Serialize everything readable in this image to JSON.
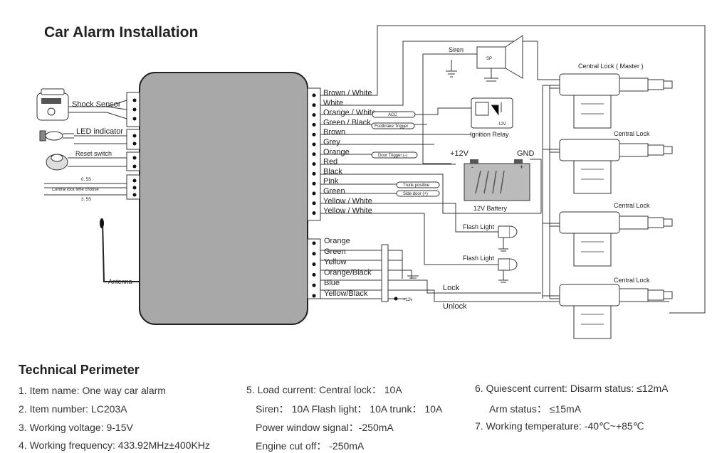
{
  "title": "Car Alarm Installation",
  "left_devices": {
    "shock_sensor": "Shock Sensor",
    "led_indicator": "LED indicator",
    "reset_switch": "Reset switch",
    "time_05": "0. 5S",
    "time_choose": "Central lock time choose",
    "time_35": "3. 5S",
    "antenna": "Antenna"
  },
  "wires_top": [
    "Brown / White",
    "White",
    "Orange / White",
    "Green / Black",
    "Brown",
    "Grey",
    "Orange",
    "Red",
    "Black",
    "Pink",
    "Green",
    "Yellow / White",
    "Yellow / White"
  ],
  "wires_bottom": [
    "Orange",
    "Green",
    "Yellow",
    "Orange/Black",
    "Blue",
    "Yellow/Black"
  ],
  "tags": {
    "acc": "ACC",
    "footbrake": "Footbrake Trigger",
    "door_trigger": "Door Trigger (-)",
    "trunk": "Trunk positive",
    "side_door": "Side door (+)"
  },
  "siren": {
    "label": "Siren",
    "sp": "SP"
  },
  "relay": {
    "label": "Ignition Relay",
    "v": "12V"
  },
  "battery": {
    "label": "12V Battery",
    "plus": "+12V",
    "gnd": "GND",
    "minus": "-",
    "plus_sign": "+"
  },
  "flash_lights": [
    "Flash Light",
    "Flash Light"
  ],
  "lock_label": "Lock",
  "unlock_label": "Unlock",
  "plus12v": "+12v",
  "central_locks": [
    "Central Lock ( Master )",
    "Central Lock",
    "Central Lock",
    "Central Lock"
  ],
  "tech": {
    "title": "Technical Perimeter",
    "col1": [
      "1. Item name: One way car alarm",
      "2. Item number: LC203A",
      "3. Working voltage: 9-15V",
      "4. Working frequency: 433.92MHz±400KHz"
    ],
    "col2": [
      "5. Load current: Central lock： 10A",
      "Siren： 10A  Flash light： 10A trunk： 10A",
      "Power window signal：-250mA",
      "Engine cut off： -250mA"
    ],
    "col3": [
      "6. Quiescent current: Disarm status: ≤12mA",
      "Arm status： ≤15mA",
      "7. Working temperature: -40℃~+85℃"
    ]
  }
}
